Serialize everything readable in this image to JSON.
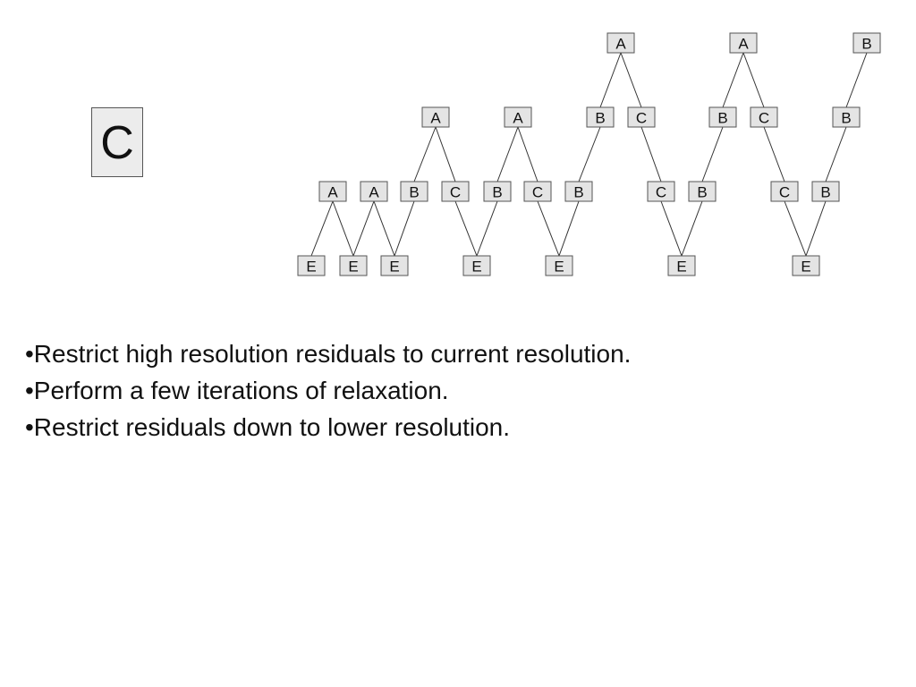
{
  "stage_label": "C",
  "diagram": {
    "nodes": [
      {
        "id": "r0a",
        "label": "A"
      },
      {
        "id": "r0b",
        "label": "A"
      },
      {
        "id": "r0c",
        "label": "B"
      },
      {
        "id": "r1a",
        "label": "A"
      },
      {
        "id": "r1b",
        "label": "A"
      },
      {
        "id": "r1c",
        "label": "B"
      },
      {
        "id": "r1d",
        "label": "C"
      },
      {
        "id": "r1e",
        "label": "B"
      },
      {
        "id": "r1f",
        "label": "C"
      },
      {
        "id": "r1g",
        "label": "B"
      },
      {
        "id": "r2a",
        "label": "A"
      },
      {
        "id": "r2b",
        "label": "A"
      },
      {
        "id": "r2c",
        "label": "B"
      },
      {
        "id": "r2d",
        "label": "C"
      },
      {
        "id": "r2e",
        "label": "B"
      },
      {
        "id": "r2f",
        "label": "C"
      },
      {
        "id": "r2g",
        "label": "B"
      },
      {
        "id": "r2h",
        "label": "C"
      },
      {
        "id": "r2i",
        "label": "B"
      },
      {
        "id": "r2j",
        "label": "C"
      },
      {
        "id": "r2k",
        "label": "B"
      },
      {
        "id": "r3a",
        "label": "E"
      },
      {
        "id": "r3b",
        "label": "E"
      },
      {
        "id": "r3c",
        "label": "E"
      },
      {
        "id": "r3d",
        "label": "E"
      },
      {
        "id": "r3e",
        "label": "E"
      },
      {
        "id": "r3f",
        "label": "E"
      },
      {
        "id": "r3g",
        "label": "E"
      }
    ],
    "edges": [
      [
        "r0a",
        "r1c"
      ],
      [
        "r0a",
        "r1d"
      ],
      [
        "r0b",
        "r1e"
      ],
      [
        "r0b",
        "r1f"
      ],
      [
        "r0c",
        "r1g"
      ],
      [
        "r1a",
        "r2c"
      ],
      [
        "r1a",
        "r2d"
      ],
      [
        "r1b",
        "r2e"
      ],
      [
        "r1b",
        "r2f"
      ],
      [
        "r1c",
        "r2g"
      ],
      [
        "r1d",
        "r2h"
      ],
      [
        "r1e",
        "r2i"
      ],
      [
        "r1f",
        "r2j"
      ],
      [
        "r1g",
        "r2k"
      ],
      [
        "r2a",
        "r3a"
      ],
      [
        "r2a",
        "r3b"
      ],
      [
        "r2b",
        "r3b"
      ],
      [
        "r2b",
        "r3c"
      ],
      [
        "r2c",
        "r3c"
      ],
      [
        "r2d",
        "r3d"
      ],
      [
        "r2e",
        "r3d"
      ],
      [
        "r2f",
        "r3e"
      ],
      [
        "r2g",
        "r3e"
      ],
      [
        "r2h",
        "r3f"
      ],
      [
        "r2i",
        "r3f"
      ],
      [
        "r2j",
        "r3g"
      ],
      [
        "r2k",
        "r3g"
      ]
    ]
  },
  "bullets": [
    "•Restrict high resolution residuals to current resolution.",
    "•Perform a few iterations of relaxation.",
    "•Restrict residuals down to lower resolution."
  ]
}
